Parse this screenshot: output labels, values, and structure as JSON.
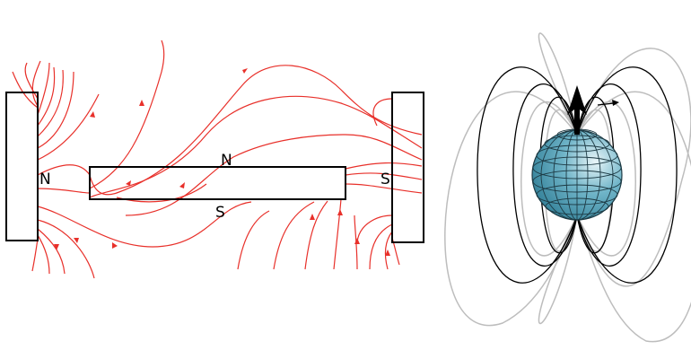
{
  "left_diagram": {
    "left_magnet_pole": "N",
    "bar_magnet_top_pole": "N",
    "bar_magnet_bottom_pole": "S",
    "right_magnet_pole": "S",
    "field_line_color": "#e8302a"
  },
  "right_diagram": {
    "globe_color": "#4b9cb3",
    "inner_field_line_color": "#000000",
    "outer_field_line_color": "#bdbdbd"
  }
}
